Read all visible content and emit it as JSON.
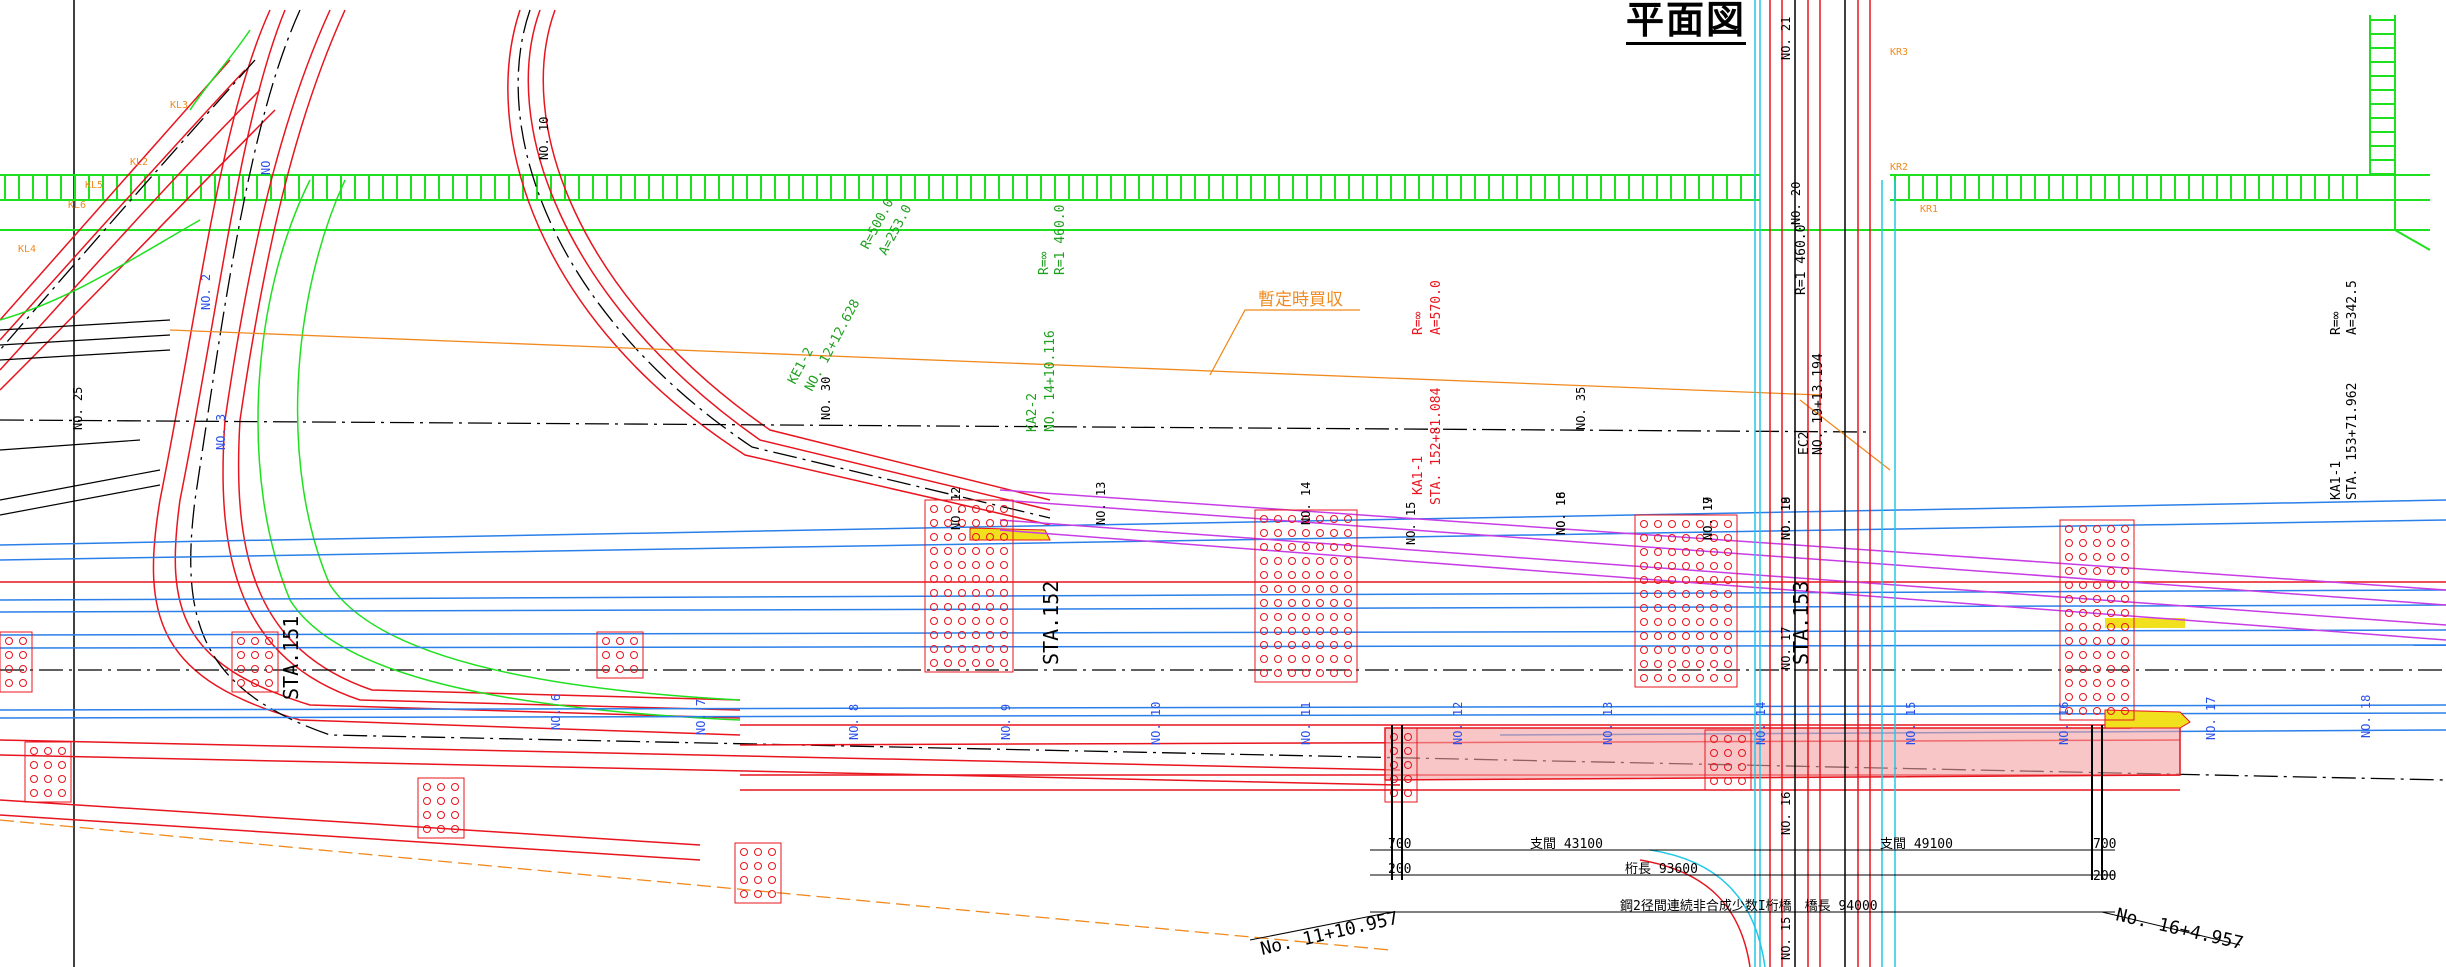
{
  "title": "平面図",
  "annotation_purchase": "暫定時買収",
  "stations": {
    "sta151": "STA.151",
    "sta152": "STA.152",
    "sta153": "STA.153"
  },
  "dims": {
    "span1": "支間 43100",
    "span2": "支間 49100",
    "girder_length": "桁長 93600",
    "bridge_desc": "鋼2径間連続非合成少数I桁橋　橋長 94000",
    "d700a": "700",
    "d700b": "700",
    "d200a": "200",
    "d200b": "200"
  },
  "chainages": {
    "left": "No. 11+10.957",
    "right": "No. 16+4.957"
  },
  "curve_labels": {
    "r500": "R=500.0",
    "a253": "A=253.0",
    "r_inf1": "R=∞",
    "r1460a": "R=1 460.0",
    "ke1_2": "KE1-2",
    "no12_628": "NO. 12+12.628",
    "ka2_2": "KA2-2",
    "no14_116": "NO. 14+10.116",
    "r_inf2": "R=∞",
    "a570": "A=570.0",
    "ka1_1": "KA1-1",
    "sta152_81": "STA. 152+81.084",
    "r1460b": "R=1 460.0",
    "ec2": "EC2",
    "no19_13": "NO. 19+13.194",
    "r_inf3": "R=∞",
    "a342": "A=342.5",
    "ka1_1b": "KA1-1",
    "sta153_71": "STA. 153+71.962"
  },
  "no_labels_black": [
    "NO. 10",
    "NO. 12",
    "NO. 13",
    "NO. 14",
    "NO. 15",
    "NO. 16",
    "NO. 17",
    "NO. 18",
    "NO. 19",
    "NO. 20",
    "NO. 21",
    "NO. 25",
    "NO. 30",
    "NO. 35",
    "NO. 17",
    "NO. 16",
    "NO. 15",
    "NO. 19",
    "NO. 18"
  ],
  "no_labels_blue": [
    "NO. 2",
    "NO. 3",
    "NO. 6",
    "NO. 7",
    "NO. 8",
    "NO. 9",
    "NO. 10",
    "NO. 11",
    "NO. 12",
    "NO. 13",
    "NO. 14",
    "NO. 15",
    "NO. 16",
    "NO. 17",
    "NO. 18",
    "NO"
  ],
  "orange_labels": [
    "KL3",
    "KL2",
    "KL4",
    "KL5",
    "KR3",
    "KR2",
    "KR1",
    "KL6"
  ],
  "colors": {
    "red": "#e8141e",
    "green": "#1fe01f",
    "blue": "#2a7fe8",
    "magenta": "#c83ce6",
    "cyan": "#22c8e6",
    "orange": "#f08a1e",
    "yellow": "#f0e01e",
    "pink_fill": "#f4a0a0",
    "black": "#000000",
    "brown": "#c87832"
  }
}
